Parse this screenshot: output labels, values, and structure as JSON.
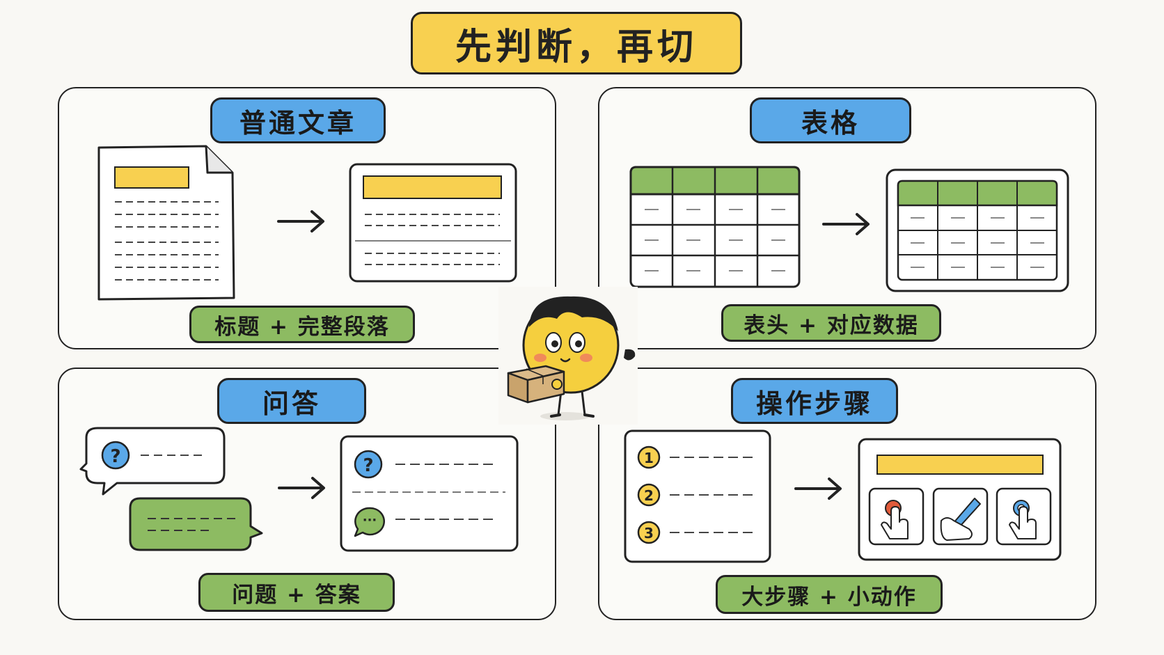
{
  "title": "先判断，再切",
  "panels": [
    {
      "id": "article",
      "category": "普通文章",
      "result": "标题 + 完整段落"
    },
    {
      "id": "table",
      "category": "表格",
      "result": "表头 + 对应数据"
    },
    {
      "id": "qa",
      "category": "问答",
      "result": "问题 + 答案"
    },
    {
      "id": "steps",
      "category": "操作步骤",
      "result": "大步骤 + 小动作"
    }
  ],
  "symbols": {
    "question": "?",
    "ellipsis": "···",
    "step_numbers": [
      "1",
      "2",
      "3"
    ]
  },
  "colors": {
    "title_bg": "#f8d050",
    "category_bg": "#5aa8e8",
    "result_bg": "#8dbb62",
    "header_green": "#8dbb62",
    "highlight_yellow": "#f8d050"
  },
  "icons": [
    "document-icon",
    "arrow-icon",
    "table-icon",
    "question-icon",
    "chat-icon",
    "tap-icon",
    "pen-icon",
    "mascot-icon",
    "box-icon"
  ]
}
